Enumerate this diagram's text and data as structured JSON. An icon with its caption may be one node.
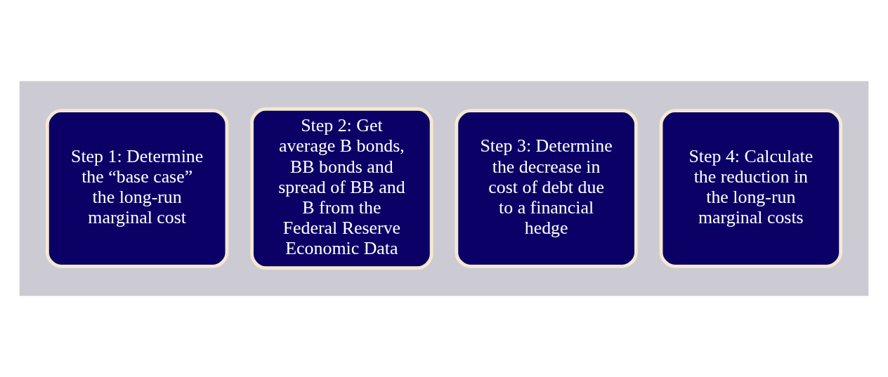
{
  "diagram": {
    "nodes": [
      {
        "text": [],
        "shape": "arrow"
      },
      {
        "text": [
          "Step 1: Determine the “base case” the long-run marginal cost"
        ],
        "in": 0
      },
      {
        "text": [
          "Step 2: Get average B bonds, BB bonds and spread of BB and B from the Federal Reserve Economic Data"
        ],
        "in": 0
      },
      {
        "text": [
          "Step 3: Determine the decrease in cost of debt due to a financial hedge"
        ],
        "in": 0
      },
      {
        "text": [
          "Step 4: Calculate the reduction in the long-run marginal costs"
        ],
        "in": 0
      }
    ],
    "edges": []
  }
}
